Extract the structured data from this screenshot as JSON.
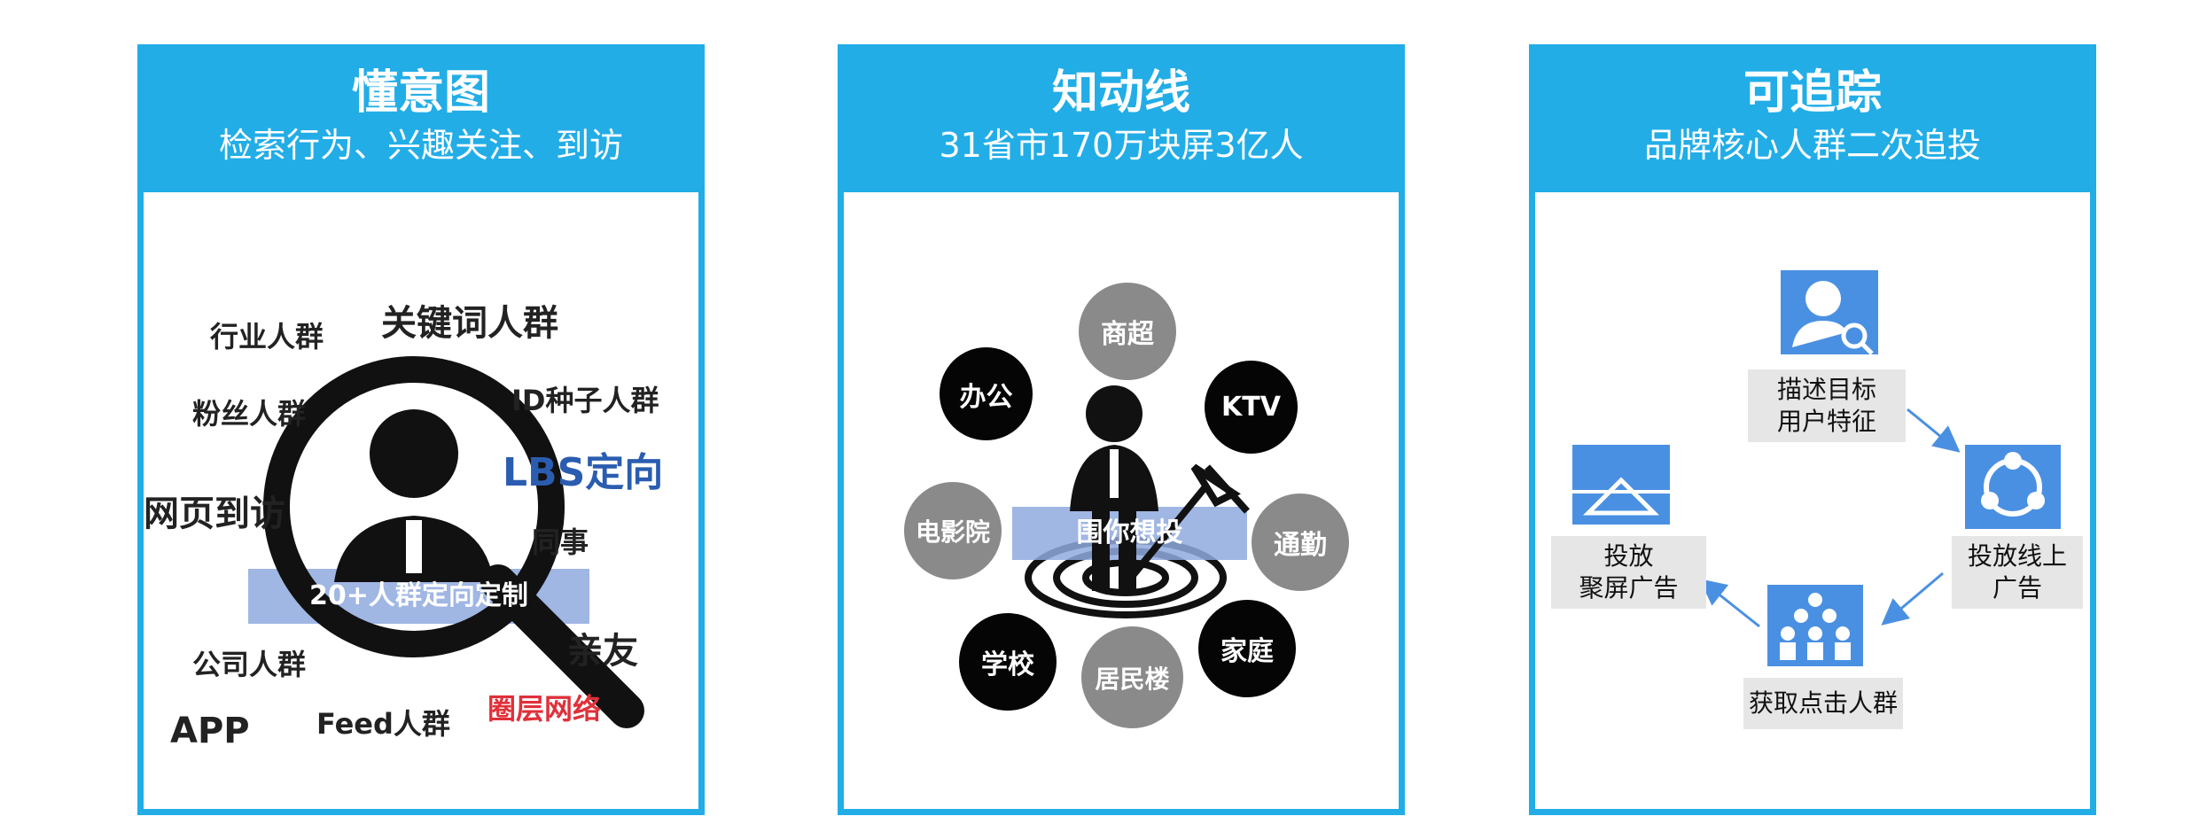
{
  "panels": [
    {
      "title": "懂意图",
      "subtitle": "检索行为、兴趣关注、到访",
      "keywords": {
        "hangye": "行业人群",
        "guanjianci": "关键词人群",
        "fensi": "粉丝人群",
        "idzhongzi": "ID种子人群",
        "lbs": "LBS定向",
        "wangye": "网页到访",
        "tongshi": "同事",
        "banner": "20+人群定向定制",
        "qinyou": "亲友",
        "gongsi": "公司人群",
        "app": "APP",
        "feed": "Feed人群",
        "quanceng": "圈层网络"
      }
    },
    {
      "title": "知动线",
      "subtitle": "31省市170万块屏3亿人",
      "places": {
        "shangchao": "商超",
        "bangong": "办公",
        "ktv": "KTV",
        "dianyingyuan": "电影院",
        "tongqin": "通勤",
        "xuexiao": "学校",
        "jumin": "居民楼",
        "jiating": "家庭"
      },
      "banner": "围你想投"
    },
    {
      "title": "可追踪",
      "subtitle": "品牌核心人群二次追投",
      "steps": {
        "describe": "描述目标\n用户特征",
        "online": "投放线上\n广告",
        "capture": "获取点击人群",
        "screen": "投放\n聚屏广告"
      }
    }
  ],
  "colors": {
    "accent": "#22ade7",
    "icon_blue": "#4a90e2",
    "lbs_blue": "#2a5db0",
    "red": "#e0303a",
    "banner_blue": "#8fa9de"
  },
  "icons": [
    "magnifier-person-icon",
    "target-person-icon",
    "user-search-icon",
    "share-icon",
    "group-icon",
    "screen-icon"
  ]
}
